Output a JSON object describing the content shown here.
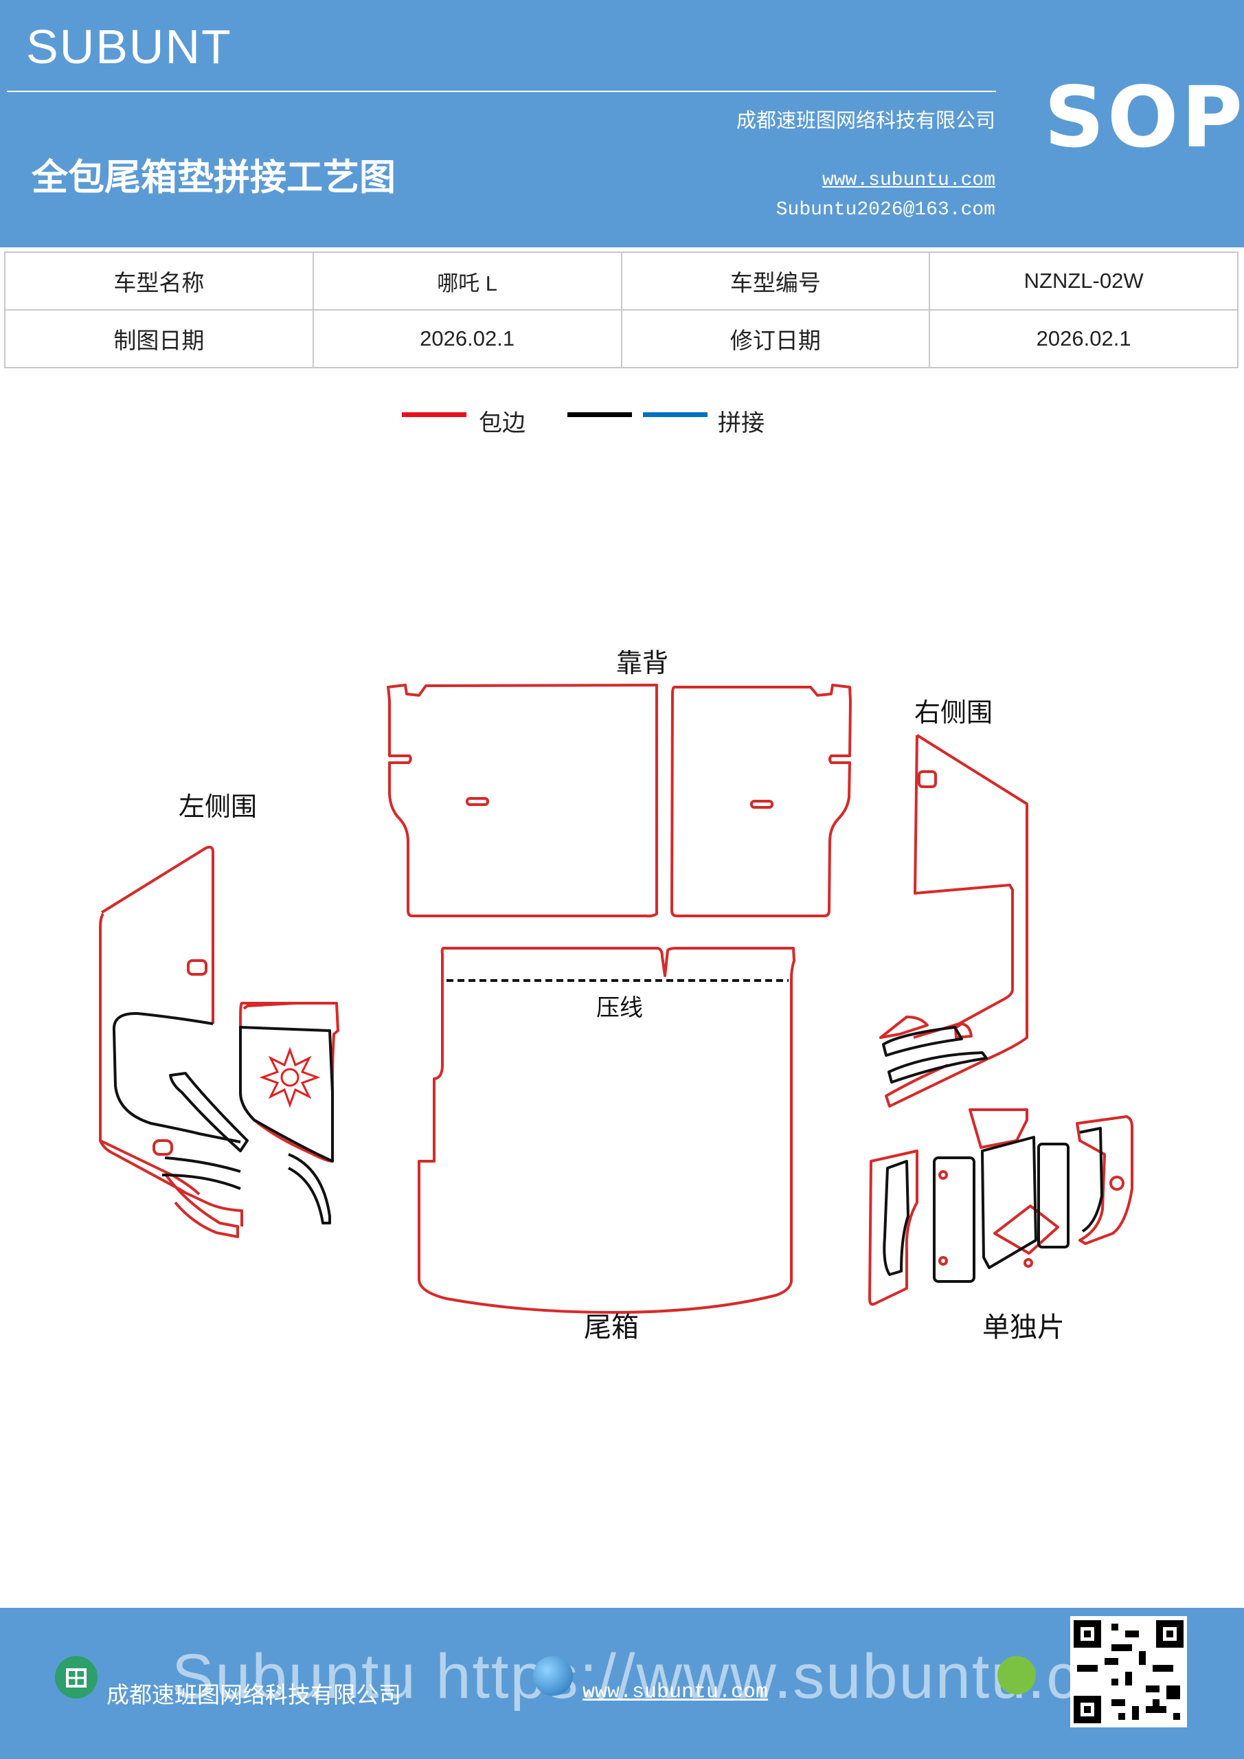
{
  "header": {
    "brand": "SUBUNT",
    "sop": "SOP",
    "company": "成都速班图网络科技有限公司",
    "title": "全包尾箱垫拼接工艺图",
    "website": "www.subuntu.com",
    "email": "Subuntu2026@163.com"
  },
  "info_table": {
    "rows": [
      {
        "label1": "车型名称",
        "value1": "哪吒 L",
        "label2": "车型编号",
        "value2": "NZNZL-02W"
      },
      {
        "label1": "制图日期",
        "value1": "2026.02.1",
        "label2": "修订日期",
        "value2": "2026.02.1"
      }
    ]
  },
  "legend": {
    "edge_label": "包边",
    "seam_label": "拼接",
    "colors": {
      "edge": "#e8101a",
      "seam_black": "#000000",
      "seam_blue": "#0070c0"
    }
  },
  "diagram": {
    "labels": {
      "backrest": "靠背",
      "left_side": "左侧围",
      "right_side": "右侧围",
      "crease": "压线",
      "trunk": "尾箱",
      "single_pieces": "单独片"
    },
    "colors": {
      "outline": "#d62a2a",
      "inner": "#111111"
    }
  },
  "footer": {
    "company": "成都速班图网络科技有限公司",
    "website": "www.subuntu.com",
    "watermark": "Subuntu https://www.subuntu.com",
    "icons": [
      "building-icon",
      "globe-icon",
      "wechat-icon",
      "qr-code"
    ]
  }
}
